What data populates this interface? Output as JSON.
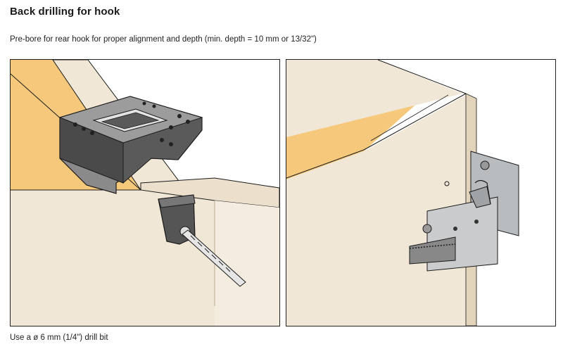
{
  "page": {
    "title": "Back drilling for hook",
    "subtitle": "Pre-bore for rear hook for proper alignment and depth (min. depth = 10 mm or 13/32\")",
    "caption": "Use a ø 6 mm (1/4\") drill bit"
  },
  "colors": {
    "wood_panel": "#f1e7d6",
    "wood_inner": "#f5c87c",
    "wood_edge": "#d8c6a9",
    "jig_dark": "#4a4a4a",
    "jig_light": "#8a8a8a",
    "metal": "#b9bcbe",
    "outline": "#1a1a1a"
  }
}
